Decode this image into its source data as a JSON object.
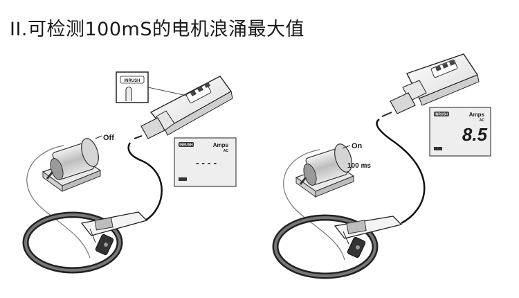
{
  "title": "II.可检测100mS的电机浪涌最大值",
  "left_panel": {
    "button_label": "INRUSH",
    "motor_state": "Off",
    "lcd_mode": "INRUSH",
    "lcd_unit": "Amps",
    "lcd_unit_sub": "AC",
    "lcd_reading": "- - - -"
  },
  "right_panel": {
    "motor_state": "On",
    "duration": "100 ms",
    "lcd_mode": "INRUSH",
    "lcd_unit": "Amps",
    "lcd_unit_sub": "AC",
    "lcd_reading": "8.5"
  }
}
